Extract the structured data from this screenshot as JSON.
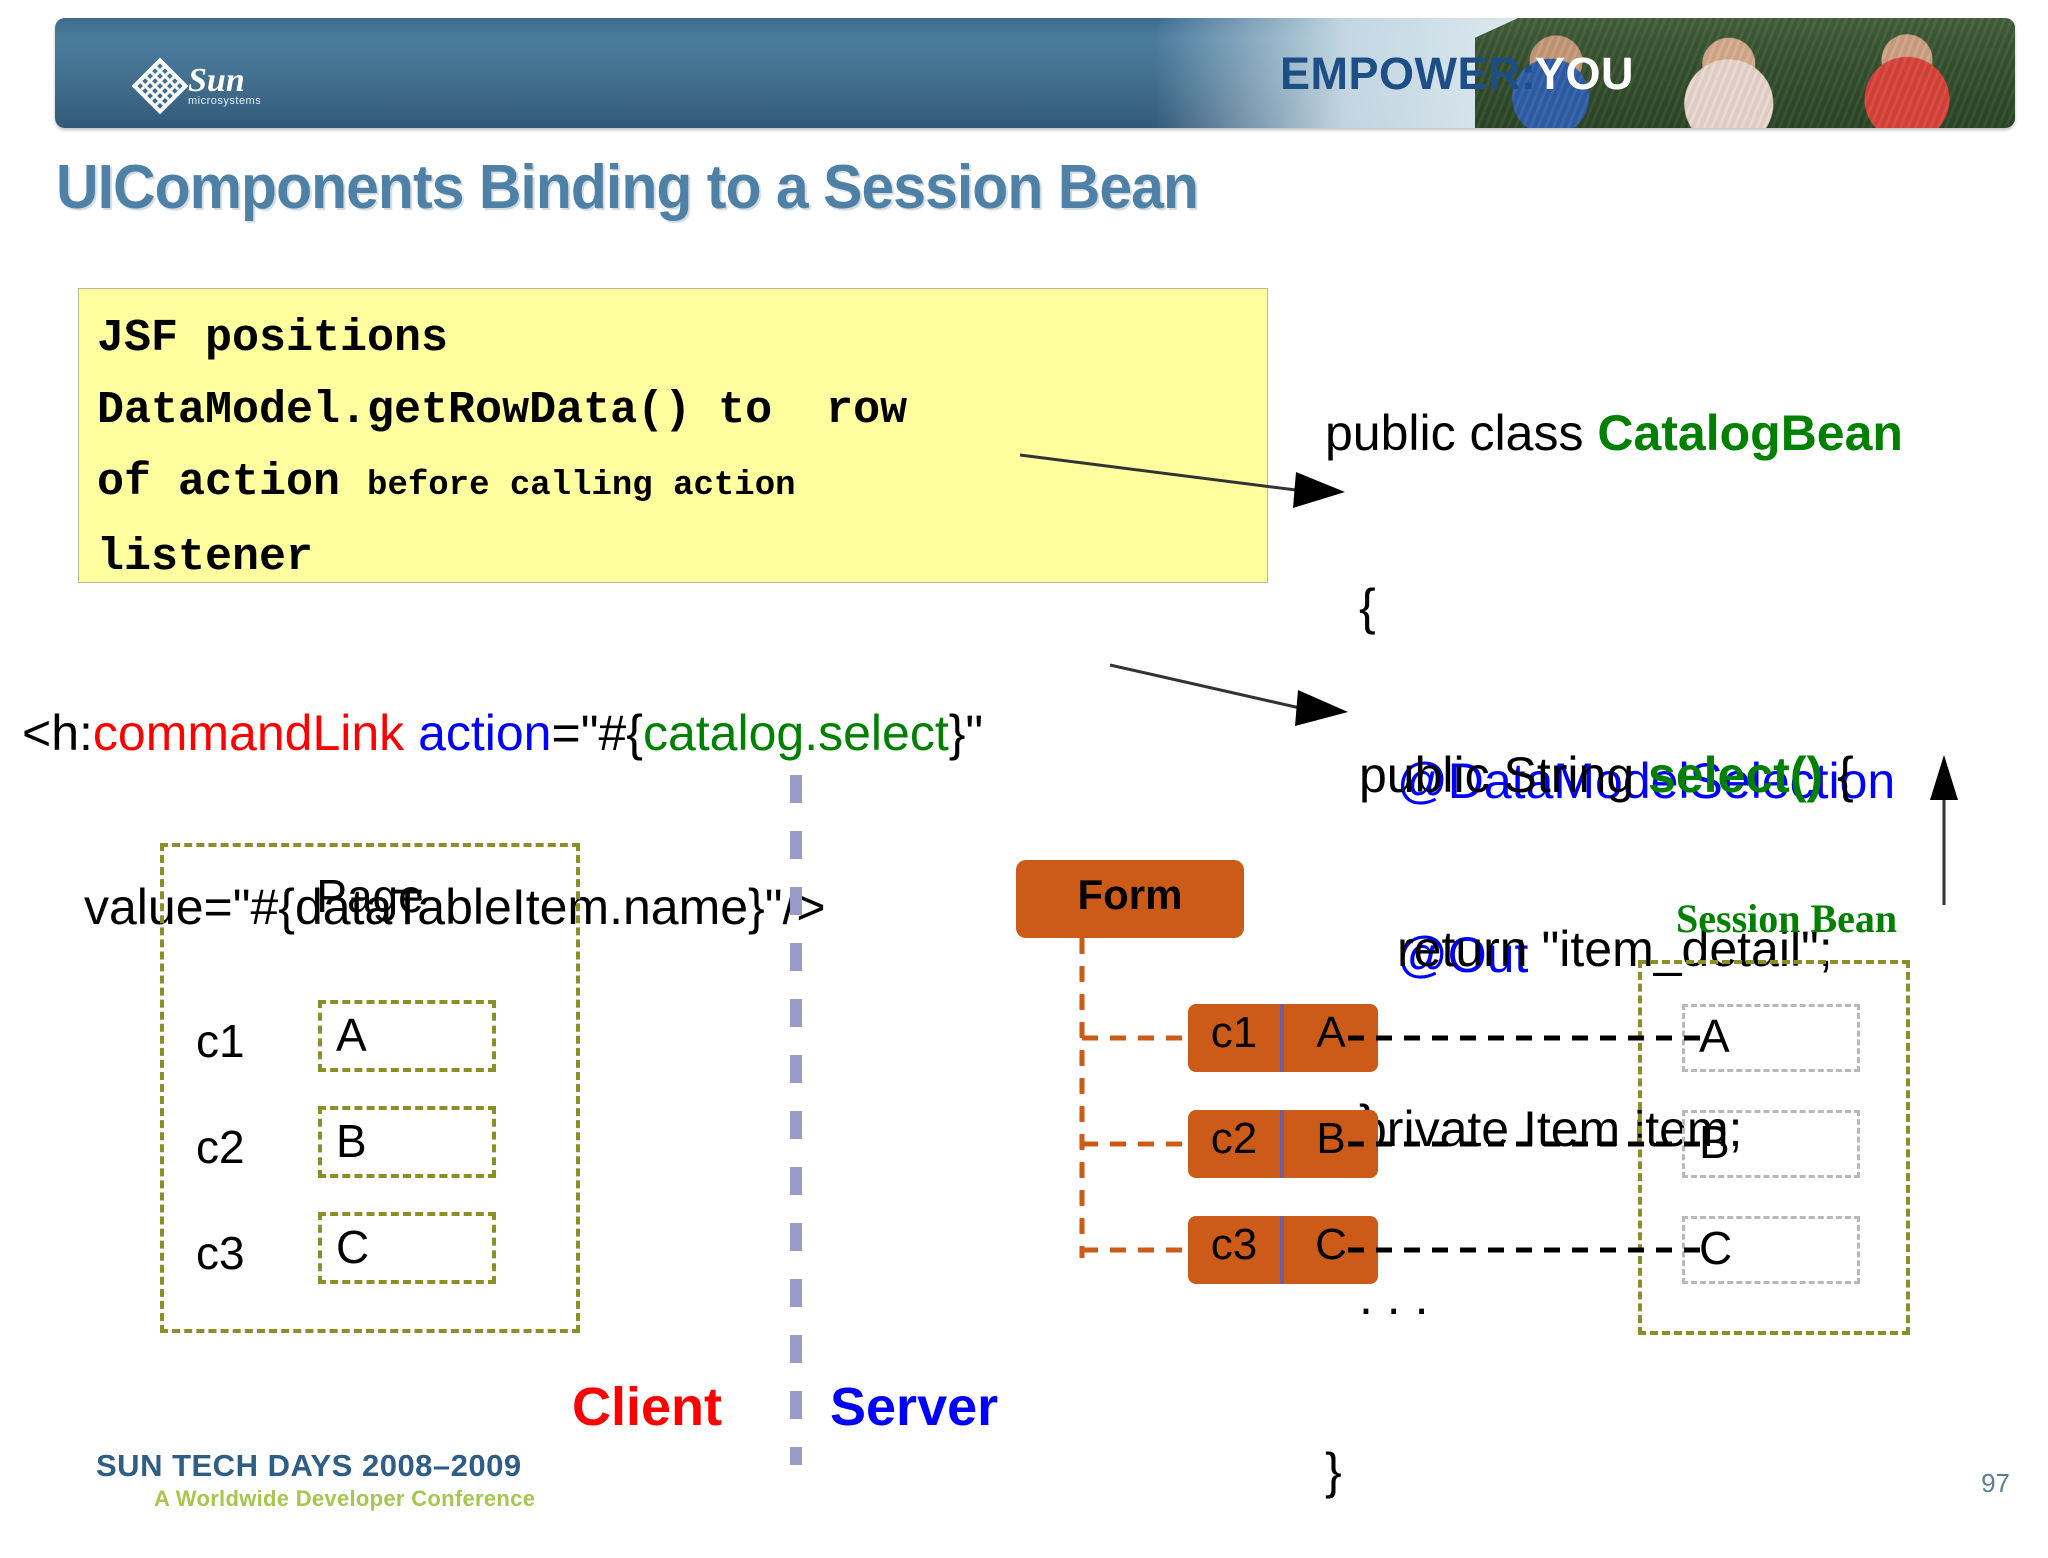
{
  "banner": {
    "logo_word": "Sun",
    "logo_sub": "microsystems",
    "empower": "EMPOWER:",
    "you": "YOU"
  },
  "title": {
    "strong": "UIComponents Binding",
    "light": " to a Session Bean"
  },
  "callout": {
    "line1": "JSF positions",
    "line2": "DataModel.getRowData() to  row",
    "line3_big": "of action ",
    "line3_small": "before calling action",
    "line4": "listener"
  },
  "xml": {
    "l1_a": "<h:",
    "l1_b": "commandLink",
    "l1_c": " action",
    "l1_d": "=\"#{",
    "l1_e": "catalog.select",
    "l1_f": "}\"",
    "l2": "value=\"#{dataTableItem.name}\"/>"
  },
  "java_top": {
    "l1_a": "public class ",
    "l1_b": "CatalogBean",
    "l2": "{",
    "l3": "@DataModelSelection",
    "l4": "@Out",
    "l5": "private Item item;"
  },
  "java_bottom": {
    "l1_a": "public String ",
    "l1_b": "select()",
    "l1_c": " {",
    "l2": "return \"item_detail\";",
    "l3": "}",
    "l4": ". . .",
    "l5": "}"
  },
  "labels": {
    "session_bean": "Session Bean",
    "client": "Client",
    "server": "Server",
    "page": "Page",
    "form": "Form"
  },
  "page_diagram": {
    "rows": [
      {
        "label": "c1",
        "value": "A"
      },
      {
        "label": "c2",
        "value": "B"
      },
      {
        "label": "c3",
        "value": "C"
      }
    ]
  },
  "form_diagram": {
    "rows": [
      {
        "label": "c1",
        "value": "A"
      },
      {
        "label": "c2",
        "value": "B"
      },
      {
        "label": "c3",
        "value": "C"
      }
    ]
  },
  "bean_diagram": {
    "rows": [
      {
        "value": "A"
      },
      {
        "value": "B"
      },
      {
        "value": "C"
      }
    ]
  },
  "footer": {
    "line1": "SUN TECH DAYS 2008–2009",
    "line2": "A Worldwide Developer Conference",
    "page_number": "97"
  },
  "colors": {
    "title": "#4f81a6",
    "banner": "#43708f",
    "callout_bg": "#ffffa0",
    "orange": "#cc5a18",
    "olive": "#8a8f2a",
    "green": "#008000",
    "red": "#ff0000",
    "blue": "#0000ff"
  }
}
